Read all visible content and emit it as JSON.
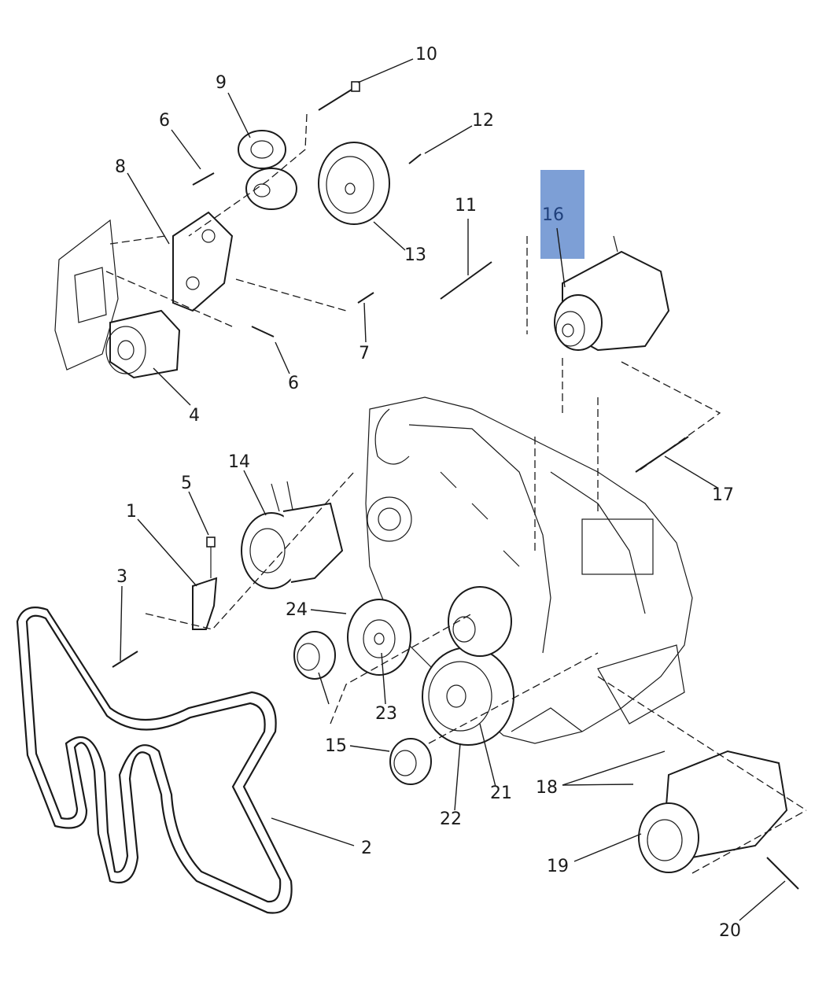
{
  "highlight": {
    "color": "#7d9fd6",
    "callout": "16"
  },
  "callouts": [
    {
      "id": "c1",
      "label": "1"
    },
    {
      "id": "c2",
      "label": "2"
    },
    {
      "id": "c3",
      "label": "3"
    },
    {
      "id": "c4",
      "label": "4"
    },
    {
      "id": "c5",
      "label": "5"
    },
    {
      "id": "c6a",
      "label": "6"
    },
    {
      "id": "c6b",
      "label": "6"
    },
    {
      "id": "c7",
      "label": "7"
    },
    {
      "id": "c8",
      "label": "8"
    },
    {
      "id": "c9",
      "label": "9"
    },
    {
      "id": "c10",
      "label": "10"
    },
    {
      "id": "c11",
      "label": "11"
    },
    {
      "id": "c12",
      "label": "12"
    },
    {
      "id": "c13",
      "label": "13"
    },
    {
      "id": "c14",
      "label": "14"
    },
    {
      "id": "c15a",
      "label": "15"
    },
    {
      "id": "c16",
      "label": "16"
    },
    {
      "id": "c17",
      "label": "17"
    },
    {
      "id": "c18",
      "label": "18"
    },
    {
      "id": "c19",
      "label": "19"
    },
    {
      "id": "c20",
      "label": "20"
    },
    {
      "id": "c21",
      "label": "21"
    },
    {
      "id": "c22",
      "label": "22"
    },
    {
      "id": "c23",
      "label": "23"
    },
    {
      "id": "c24",
      "label": "24"
    }
  ]
}
